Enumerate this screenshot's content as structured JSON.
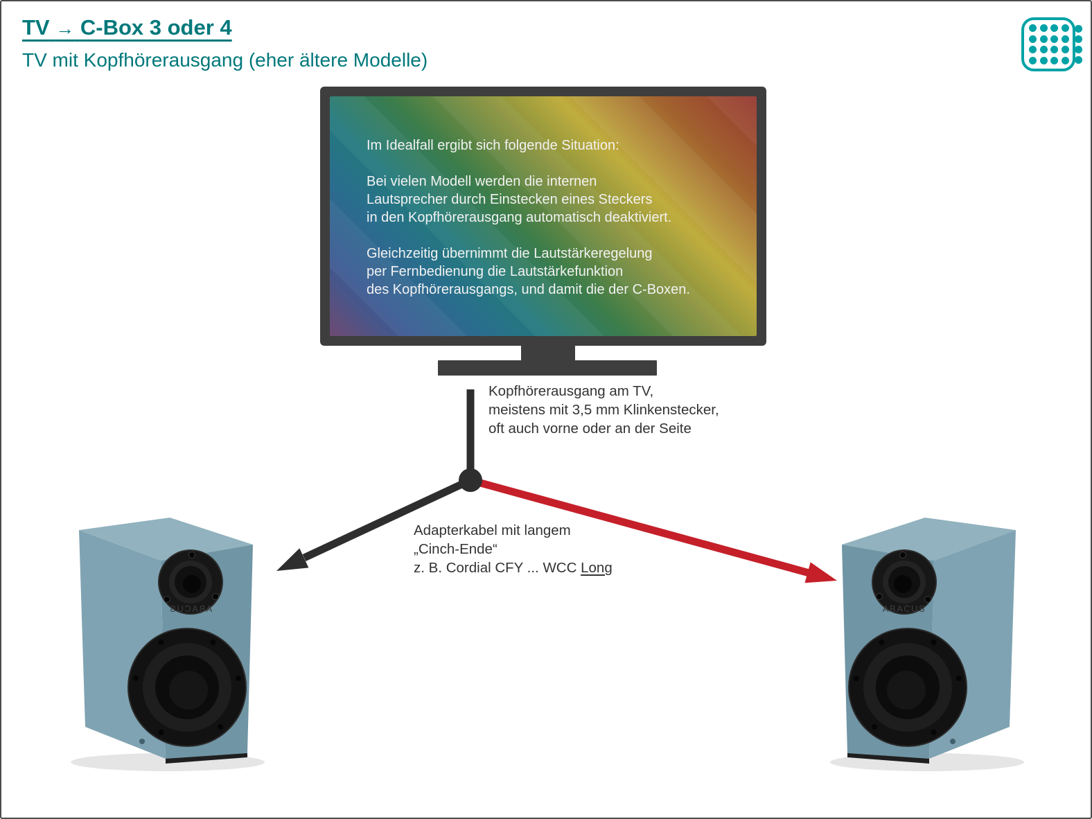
{
  "header": {
    "title_tv": "TV",
    "title_arrow": "→",
    "title_model": "C-Box 3 oder 4",
    "subtitle": "TV mit Kopfhörerausgang (eher ältere Modelle)"
  },
  "tv": {
    "screen_lines": [
      "Im Idealfall ergibt sich folgende Situation:",
      "",
      "Bei vielen Modell werden die internen",
      "Lautsprecher durch Einstecken eines Steckers",
      "in den Kopfhörerausgang automatisch deaktiviert.",
      "",
      "Gleichzeitig übernimmt die Lautstärkeregelung",
      "per Fernbedienung die Lautstärkefunktion",
      "des Kopfhörerausgangs, und damit die der C-Boxen."
    ]
  },
  "annotations": {
    "headphone_out": {
      "line1": "Kopfhörerausgang am TV,",
      "line2": "meistens mit 3,5 mm Klinkenstecker,",
      "line3": "oft auch vorne oder an der Seite"
    },
    "adapter_cable": {
      "line1": "Adapterkabel mit langem",
      "line2": "„Cinch-Ende“",
      "line3_prefix": "z. B. Cordial CFY ... WCC ",
      "line3_underlined": "Long"
    }
  },
  "speakers": {
    "brand": "ABACUS"
  },
  "colors": {
    "accent_teal": "#00787b",
    "logo_teal": "#00a2a6",
    "cable_black": "#2e2e2e",
    "cable_red": "#c5202a",
    "tv_frame": "#3e3e3e",
    "speaker_front": "#7095a5",
    "speaker_side": "#7fa3b2",
    "speaker_top": "#91b2be",
    "text_dark": "#333333"
  }
}
